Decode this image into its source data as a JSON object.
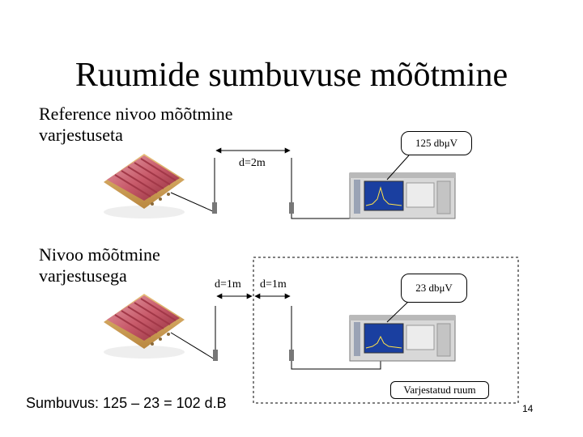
{
  "slide": {
    "title": "Ruumide sumbuvuse mõõtmine",
    "reference": {
      "heading_line1": "Reference nivoo mõõtmine",
      "heading_line2": "varjestuseta",
      "distance_label": "d=2m",
      "level_callout": "125 dbμV"
    },
    "shielded": {
      "heading_line1": "Nivoo mõõtmine",
      "heading_line2": "varjestusega",
      "distance_left": "d=1m",
      "distance_right": "d=1m",
      "level_callout": "23 dbμV",
      "room_label": "Varjestatud ruum"
    },
    "result": "Sumbuvus: 125 – 23 = 102 d.B",
    "page_number": "14"
  },
  "colors": {
    "amplifier_body": "#c85a6a",
    "amplifier_fins": "#a23848",
    "analyzer_body": "#d8d8d8",
    "analyzer_screen": "#1a3fa0",
    "antenna": "#555555"
  },
  "icons": [
    "amplifier-device-icon",
    "antenna-icon",
    "spectrum-analyzer-icon"
  ]
}
